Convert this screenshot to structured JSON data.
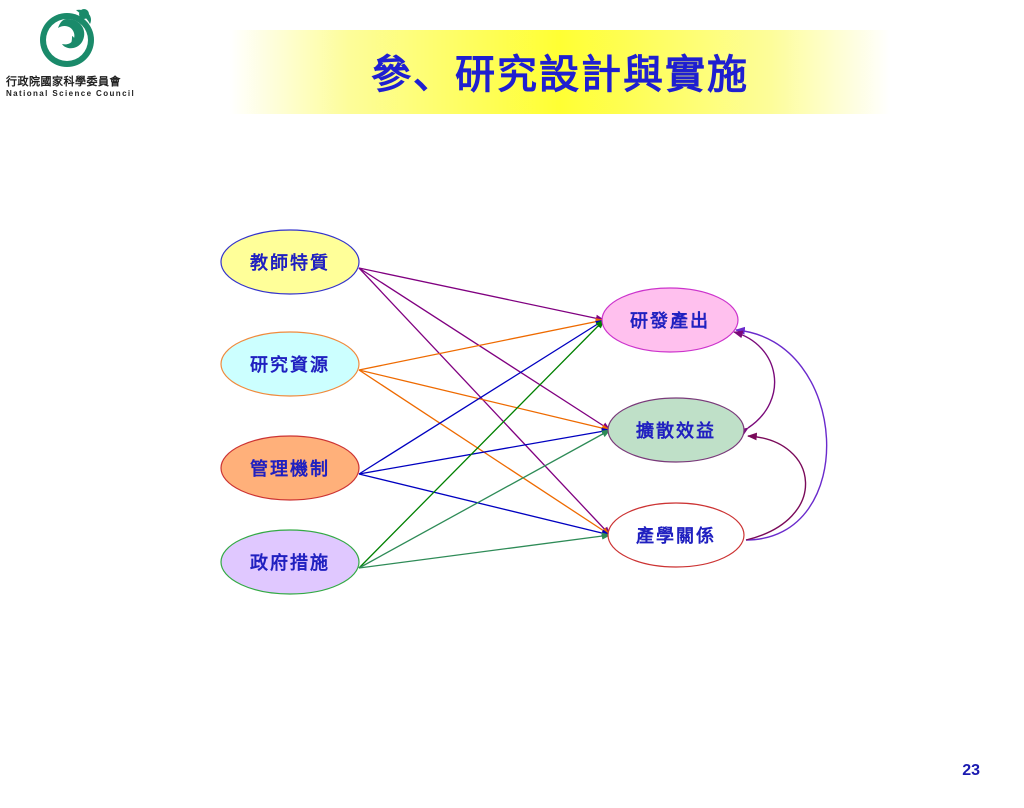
{
  "header": {
    "org_name_cn": "行政院國家科學委員會",
    "org_name_en": "National Science Council",
    "title": "參、研究設計與實施"
  },
  "diagram": {
    "inputs": [
      {
        "id": "teacher",
        "label": "教師特質",
        "fill": "#ffff99",
        "stroke": "#3333cc"
      },
      {
        "id": "resources",
        "label": "研究資源",
        "fill": "#ccffff",
        "stroke": "#f08a3c"
      },
      {
        "id": "management",
        "label": "管理機制",
        "fill": "#ffb07a",
        "stroke": "#cc3333"
      },
      {
        "id": "policy",
        "label": "政府措施",
        "fill": "#e0c8ff",
        "stroke": "#33aa44"
      }
    ],
    "outputs": [
      {
        "id": "rd",
        "label": "研發產出",
        "fill": "#ffc0ee",
        "stroke": "#cc33cc"
      },
      {
        "id": "diffusion",
        "label": "擴散效益",
        "fill": "#bfe0c8",
        "stroke": "#7a3a7a"
      },
      {
        "id": "industry",
        "label": "產學關係",
        "fill": "#ffffff",
        "stroke": "#cc3333"
      }
    ],
    "links": [
      {
        "from": "teacher",
        "to": "rd",
        "color": "#800080"
      },
      {
        "from": "teacher",
        "to": "diffusion",
        "color": "#800080"
      },
      {
        "from": "teacher",
        "to": "industry",
        "color": "#800080"
      },
      {
        "from": "resources",
        "to": "rd",
        "color": "#ee6a00"
      },
      {
        "from": "resources",
        "to": "diffusion",
        "color": "#ee6a00"
      },
      {
        "from": "resources",
        "to": "industry",
        "color": "#ee6a00"
      },
      {
        "from": "management",
        "to": "rd",
        "color": "#0000c0"
      },
      {
        "from": "management",
        "to": "diffusion",
        "color": "#0000c0"
      },
      {
        "from": "management",
        "to": "industry",
        "color": "#0000c0"
      },
      {
        "from": "policy",
        "to": "rd",
        "color": "#008000"
      },
      {
        "from": "policy",
        "to": "diffusion",
        "color": "#2e8b57"
      },
      {
        "from": "policy",
        "to": "industry",
        "color": "#2e8b57"
      }
    ],
    "feedback_links": [
      {
        "from": "industry",
        "to": "rd",
        "color": "#6a2acc"
      },
      {
        "from": "industry",
        "to": "diffusion",
        "color": "#7a0a5a"
      },
      {
        "from": "diffusion",
        "to": "rd",
        "color": "#7a0a7a"
      }
    ]
  },
  "page_number": "23"
}
